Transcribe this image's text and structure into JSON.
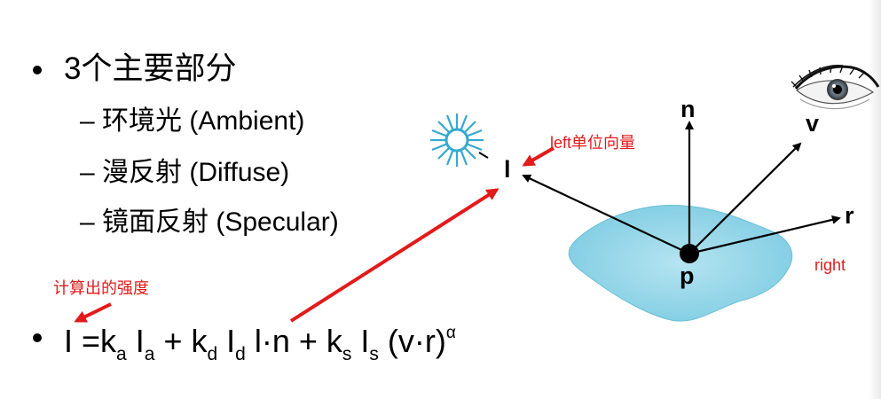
{
  "slide": {
    "heading": "3个主要部分",
    "sub_items": [
      {
        "dash": "–",
        "text": "环境光 (Ambient)"
      },
      {
        "dash": "–",
        "text": "漫反射 (Diffuse)"
      },
      {
        "dash": "–",
        "text": "镜面反射 (Specular)"
      }
    ],
    "annotations": {
      "intensity_note": "计算出的强度",
      "left_note": "left单位向量",
      "right_note": "right"
    },
    "formula": {
      "I": "I",
      "eq_k": " =k",
      "a1": "a",
      "Ia": " I",
      "a2": "a",
      "plus_kd": " + k",
      "d1": "d",
      "Id": " I",
      "d2": "d",
      "ln_ks": " l·n + k",
      "s1": "s",
      "Is": " I",
      "s2": "s",
      "vr": " (v·r)",
      "alpha": "α"
    },
    "diagram_labels": {
      "l": "l",
      "n": "n",
      "v": "v",
      "r": "r",
      "p": "p"
    },
    "colors": {
      "annotation": "#e31a1a",
      "surface": "#8fd3e6",
      "light": "#35a9cf"
    }
  }
}
